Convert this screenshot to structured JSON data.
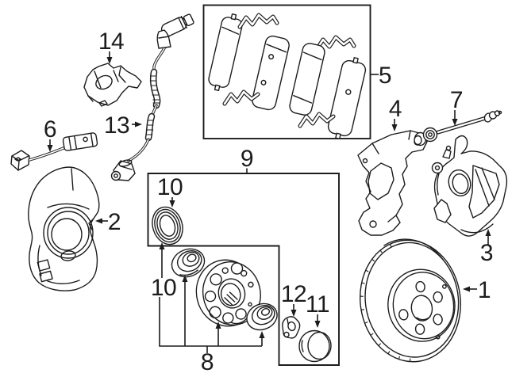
{
  "colors": {
    "background": "#ffffff",
    "line": "#1c1c1c"
  },
  "callouts": {
    "rotor": "1",
    "splash_shield": "2",
    "caliper": "3",
    "caliper_bracket": "4",
    "brake_pad_kit": "5",
    "wear_sensor": "6",
    "guide_bolt": "7",
    "hub": "8",
    "hub_kit": "9",
    "seal_upper": "10",
    "seal_lower": "10",
    "dust_cap": "11",
    "lock_nut": "12",
    "abs_sensor": "13",
    "sensor_bracket": "14"
  }
}
